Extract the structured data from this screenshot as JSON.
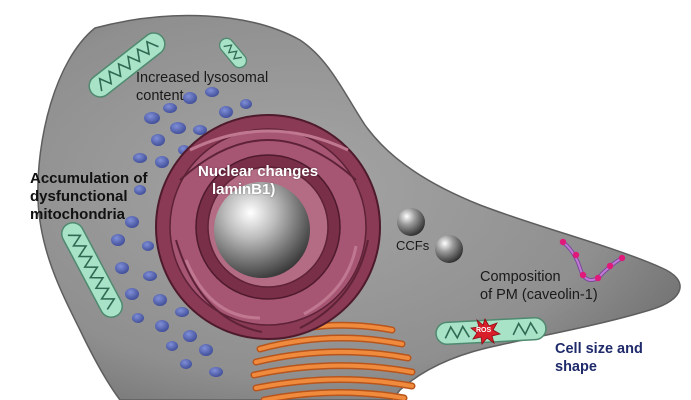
{
  "labels": {
    "lysosomal_line1": "Increased  lysosomal",
    "lysosomal_line2": "content",
    "nuclear_line1": "Nuclear  changes",
    "nuclear_line2": "laminB1)",
    "mito_line1": "Accumulation of",
    "mito_line2": "dysfunctional",
    "mito_line3": "mitochondria",
    "ccfs": "CCFs",
    "pm_line1": "Composition",
    "pm_line2": "of PM (caveolin-1)",
    "cell_line1": "Cell size and",
    "cell_line2": "shape",
    "ros": "ROS"
  },
  "colors": {
    "cell": "#8d8d8d",
    "mitochondria": "#a8e3c8",
    "lysosome": "#4a5aa8",
    "nuclear_envelope": "#8a3a55",
    "golgi": "#e8742a",
    "caption_blue": "#1f2a6b"
  },
  "icons": [
    "mitochondrion-icon",
    "lysosome-icon",
    "nucleus-icon",
    "ccf-sphere-icon",
    "golgi-icon",
    "caveolin-chain-icon",
    "ros-burst-icon"
  ]
}
